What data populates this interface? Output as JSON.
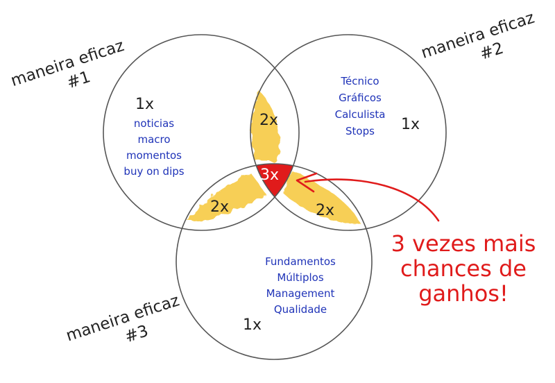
{
  "sets": [
    {
      "id": "set-1",
      "label_line1": "maneira eficaz",
      "label_line2": "#1",
      "multiplier": "1x",
      "items": [
        "noticias",
        "macro",
        "momentos",
        "buy on dips"
      ]
    },
    {
      "id": "set-2",
      "label_line1": "maneira eficaz",
      "label_line2": "#2",
      "multiplier": "1x",
      "items": [
        "Técnico",
        "Gráficos",
        "Calculista",
        "Stops"
      ]
    },
    {
      "id": "set-3",
      "label_line1": "maneira eficaz",
      "label_line2": "#3",
      "multiplier": "1x",
      "items": [
        "Fundamentos",
        "Múltiplos",
        "Management",
        "Qualidade"
      ]
    }
  ],
  "intersections": {
    "pair_1_2": "2x",
    "pair_1_3": "2x",
    "pair_2_3": "2x",
    "triple": "3x"
  },
  "callout": {
    "line1": "3 vezes mais",
    "line2": "chances de",
    "line3": "ganhos!"
  },
  "colors": {
    "circle_stroke": "#555555",
    "highlight_yellow": "#f7cf57",
    "triple_red": "#e01b1b",
    "item_blue": "#1f33b8"
  }
}
